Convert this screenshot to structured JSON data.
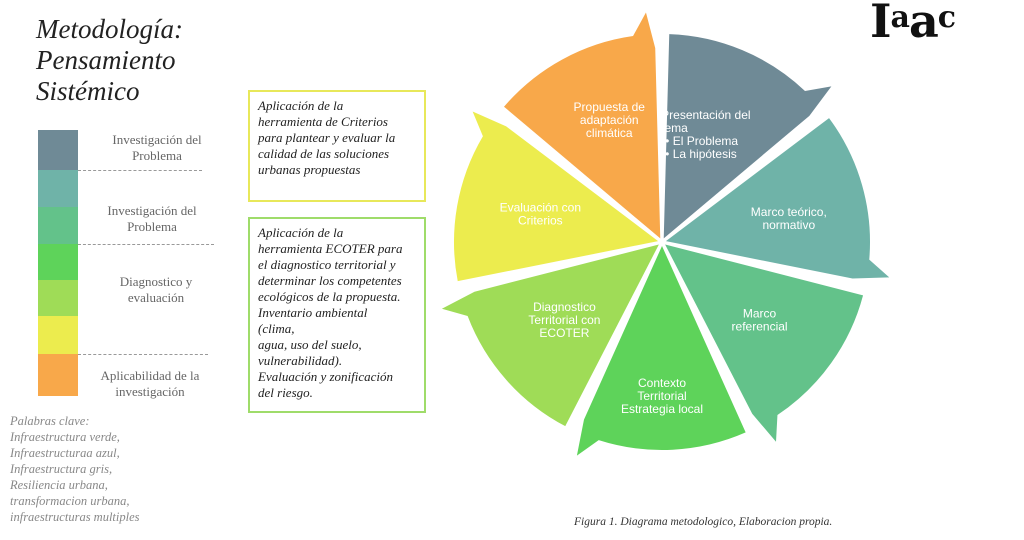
{
  "title_lines": [
    "Metodología:",
    "Pensamiento",
    "Sistémico"
  ],
  "logo": {
    "main": "I",
    "sup1": "a",
    "mid": "a",
    "sup2": "c"
  },
  "legend": [
    {
      "label": "Investigación del Problema",
      "colors": [
        "#6f8a96"
      ]
    },
    {
      "label": "Investigación del Problema",
      "colors": [
        "#6fb3a8",
        "#63c28a"
      ]
    },
    {
      "label": "Diagnostico y evaluación",
      "colors": [
        "#5ed35a",
        "#9fdc57"
      ]
    },
    {
      "label": "Aplicabilidad de la investigación",
      "colors": [
        "#ecec4e",
        "#f8a84a"
      ]
    }
  ],
  "keywords": [
    "Palabras clave:",
    "Infraestructura verde,",
    "Infraestructuraa azul,",
    "Infraestructura gris,",
    "Resiliencia urbana,",
    "transformacion urbana,",
    "infraestructuras multiples"
  ],
  "callouts": [
    {
      "lines": [
        "Aplicación de la",
        "herramienta de Criterios",
        "para plantear y evaluar la",
        "calidad de las soluciones",
        "urbanas propuestas"
      ]
    },
    {
      "lines": [
        "Aplicación de la",
        "herramienta ECOTER para",
        "el diagnostico territorial y",
        "determinar los competentes",
        "ecológicos de la propuesta.",
        "Inventario ambiental",
        "(clima,",
        " agua, uso del suelo,",
        "vulnerabilidad).",
        "Evaluación y zonificación",
        " del riesgo."
      ]
    }
  ],
  "segments": [
    {
      "title": [
        "Presentación del",
        "tema"
      ],
      "bullets": [
        "• El Problema",
        "• La hipótesis"
      ],
      "color": "#6f8a96"
    },
    {
      "title": [
        "Marco teórico,",
        "normativo"
      ],
      "bullets": [],
      "color": "#6fb3a8"
    },
    {
      "title": [
        "Marco",
        "referencial"
      ],
      "bullets": [],
      "color": "#63c28a"
    },
    {
      "title": [
        "Contexto",
        "Territorial",
        "Estrategia local"
      ],
      "bullets": [],
      "color": "#5ed35a"
    },
    {
      "title": [
        "Diagnostico",
        "Territorial con",
        "ECOTER"
      ],
      "bullets": [],
      "color": "#9fdc57"
    },
    {
      "title": [
        "Evaluación con",
        "Criterios"
      ],
      "bullets": [],
      "color": "#ecec4e"
    },
    {
      "title": [
        "Propuesta de",
        "adaptación",
        "climática"
      ],
      "bullets": [],
      "color": "#f8a84a"
    }
  ],
  "caption": "Figura 1. Diagrama metodologico, Elaboracion propia."
}
